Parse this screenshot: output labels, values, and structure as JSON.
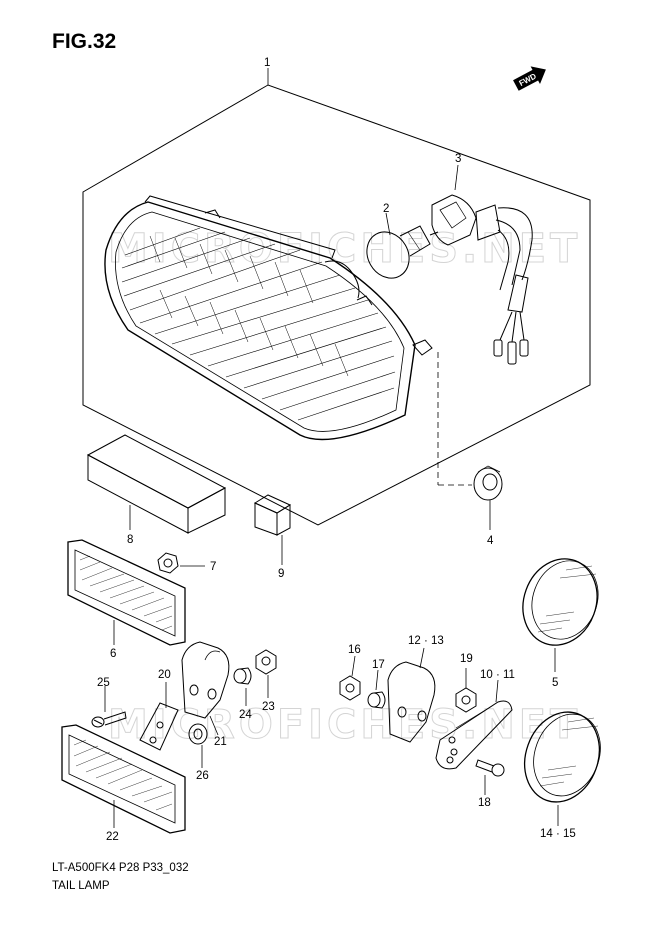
{
  "figure": {
    "title": "FIG.32",
    "model_code": "LT-A500FK4 P28 P33_032",
    "name": "TAIL LAMP"
  },
  "fwd_label": "FWD",
  "watermark": "MICROFICHES.NET",
  "callouts": {
    "c1": "1",
    "c2": "2",
    "c3": "3",
    "c4": "4",
    "c5": "5",
    "c6": "6",
    "c7": "7",
    "c8": "8",
    "c9": "9",
    "c10_11": "10 · 11",
    "c12_13": "12 · 13",
    "c14_15": "14 · 15",
    "c16": "16",
    "c17": "17",
    "c18": "18",
    "c19": "19",
    "c20": "20",
    "c21": "21",
    "c22": "22",
    "c23": "23",
    "c24": "24",
    "c25": "25",
    "c26": "26"
  }
}
